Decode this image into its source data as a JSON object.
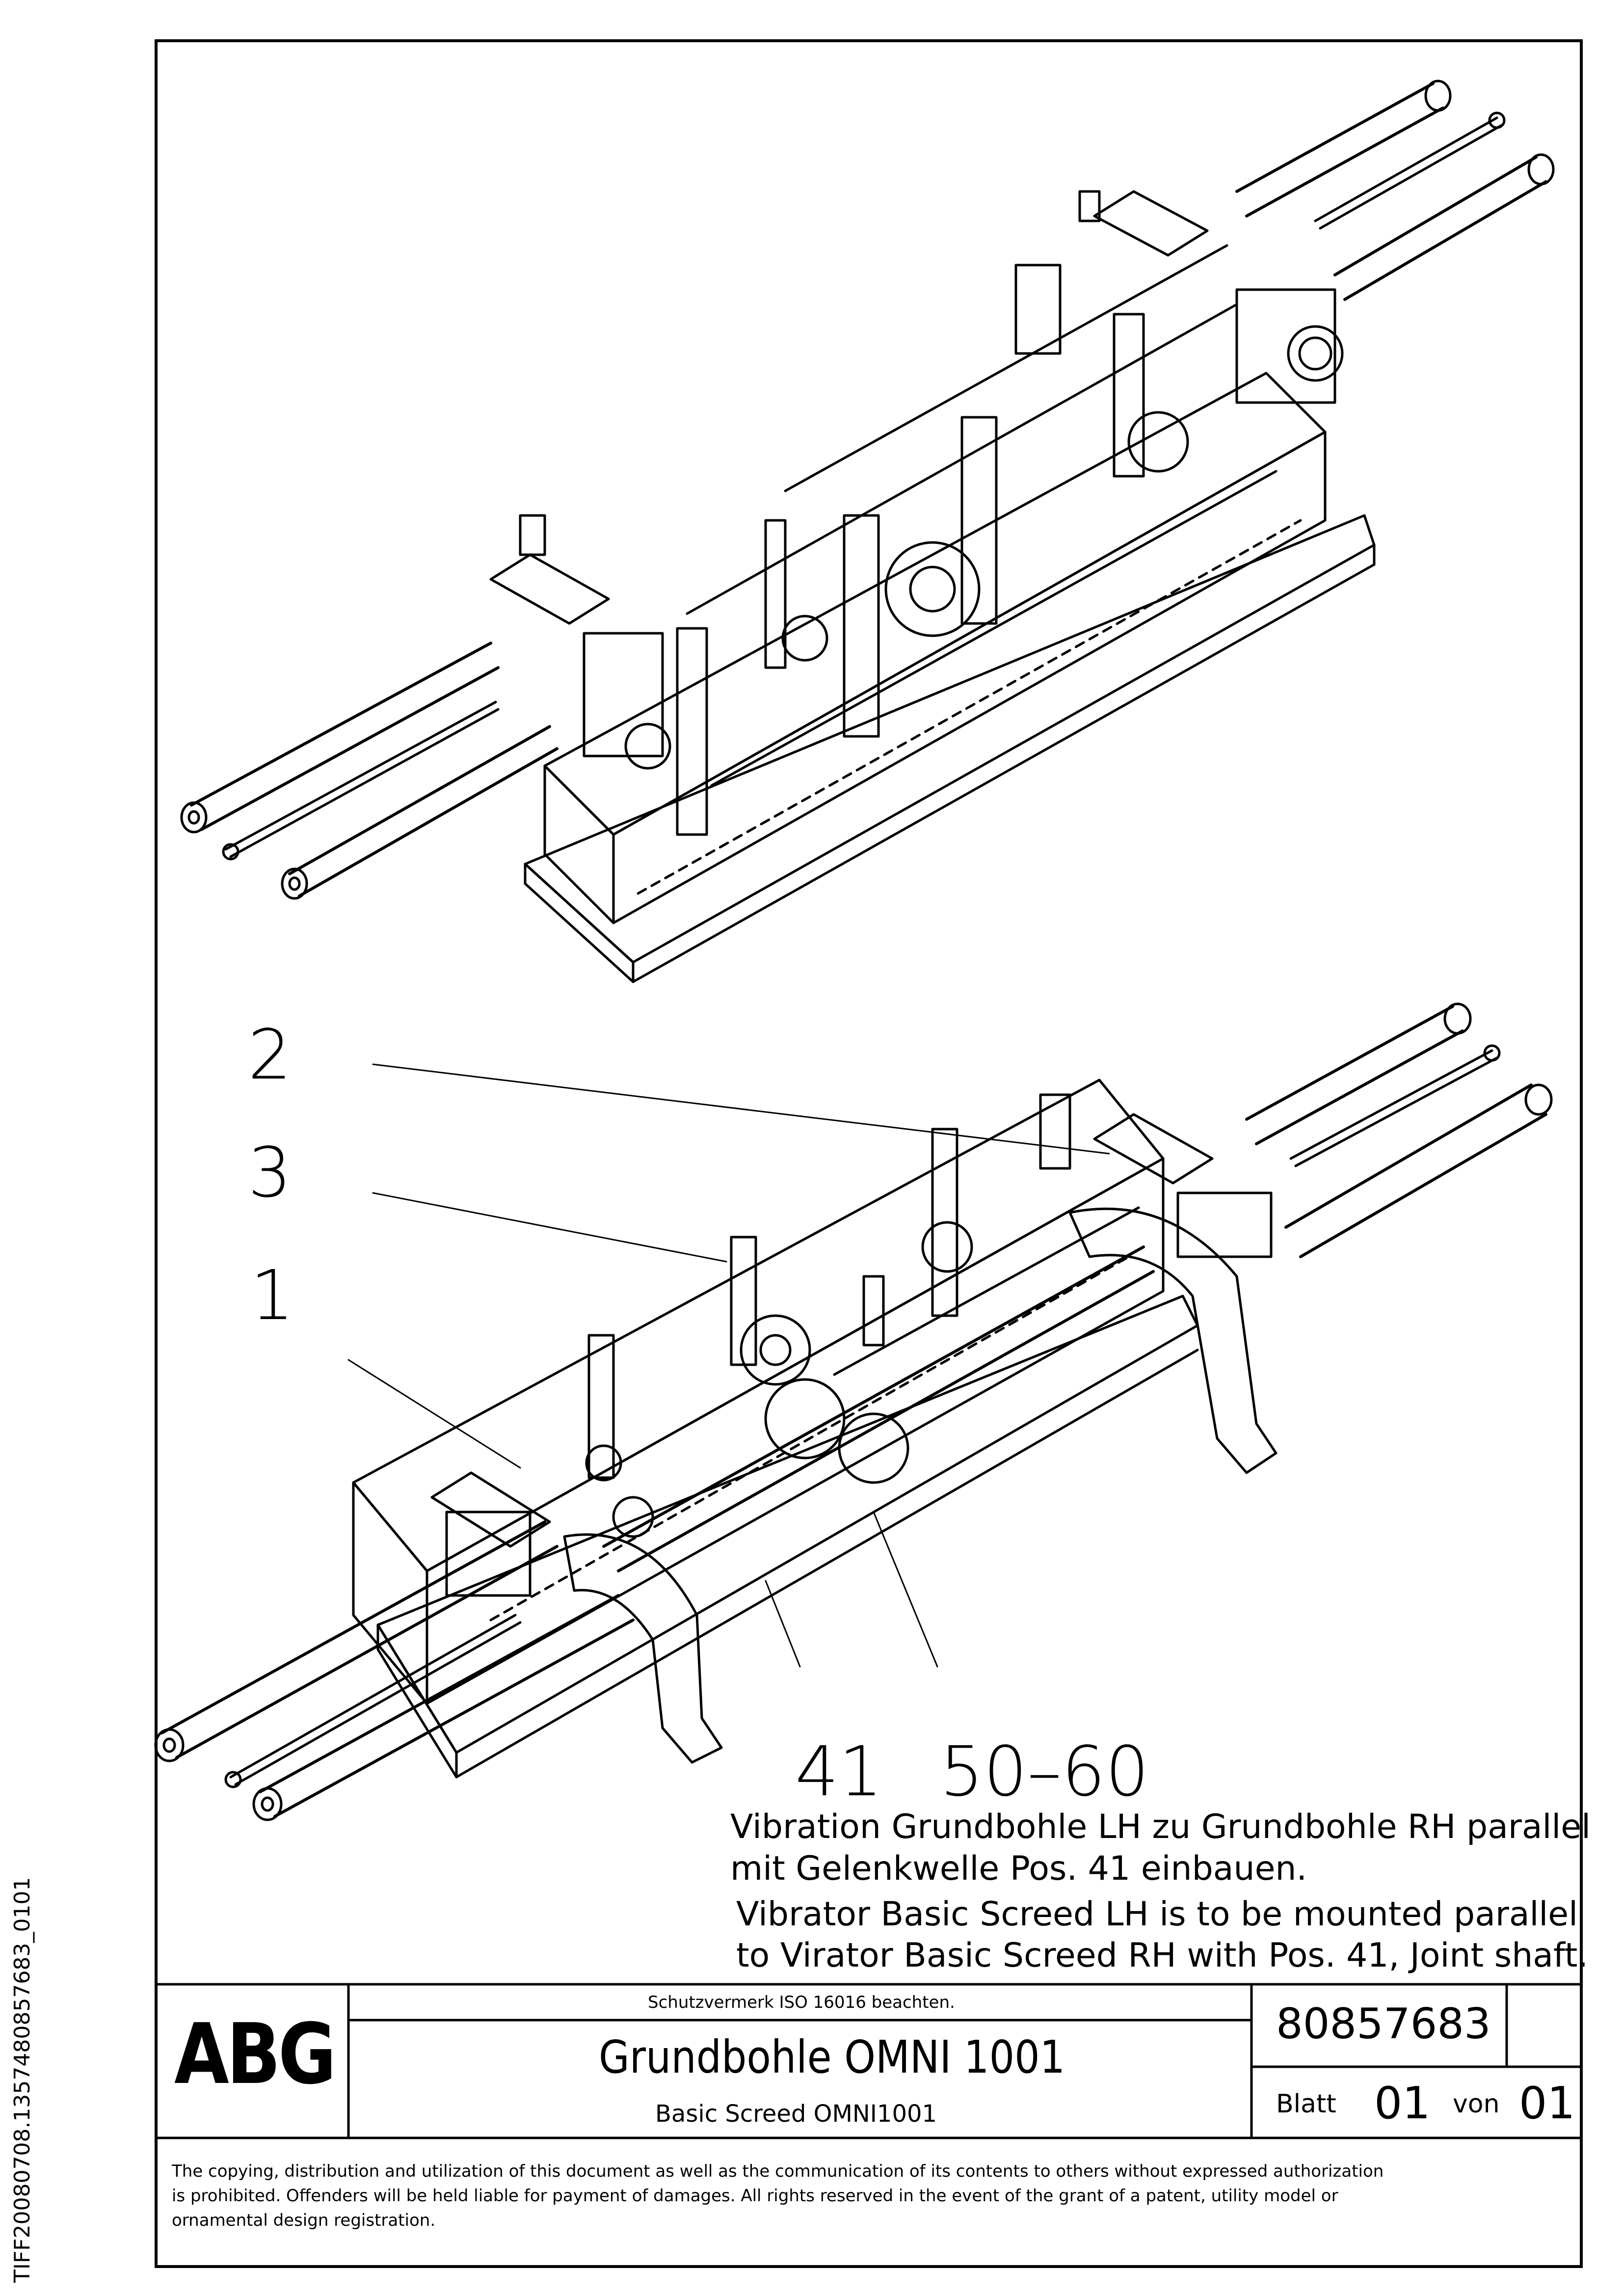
{
  "callouts": {
    "c2": "2",
    "c3": "3",
    "c1": "1",
    "c41": "41",
    "c5060": "50–60"
  },
  "notes": {
    "de_line1": "Vibration Grundbohle LH zu Grundbohle RH parallel",
    "de_line2": "mit Gelenkwelle Pos. 41 einbauen.",
    "en_line1": "Vibrator Basic Screed LH is to be mounted parallel",
    "en_line2": "to Virator Basic Screed RH with Pos. 41, Joint shaft."
  },
  "title_block": {
    "logo": "ABG",
    "protection_note": "Schutzvermerk ISO 16016 beachten.",
    "title_de": "Grundbohle OMNI 1001",
    "title_en": "Basic Screed OMNI1001",
    "drawing_number": "80857683",
    "sheet_label": "Blatt",
    "sheet_number": "01",
    "of_label": "von",
    "total_sheets": "01"
  },
  "legal": {
    "line1": "The copying, distribution and utilization of this document as well as the communication of its contents to others without expressed authorization",
    "line2": "is prohibited. Offenders will be held liable for payment of damages. All rights reserved in the event of the grant of a patent, utility model or",
    "line3": "ornamental design registration."
  },
  "side_reference": "TIFF20080708.1357480857683_0101",
  "colors": {
    "ink": "#000000",
    "paper": "#ffffff"
  }
}
